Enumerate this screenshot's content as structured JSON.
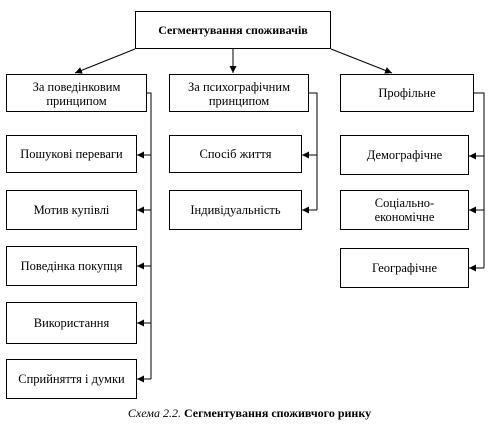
{
  "diagram": {
    "root": "Сегментування споживачів",
    "groups": [
      {
        "label": "За поведінковим принципом",
        "items": [
          "Пошукові переваги",
          "Мотив купівлі",
          "Поведінка покупця",
          "Використання",
          "Сприйняття і думки"
        ]
      },
      {
        "label": "За психографічним принципом",
        "items": [
          "Спосіб життя",
          "Індивідуальність"
        ]
      },
      {
        "label": "Профільне",
        "items": [
          "Демографічне",
          "Соціально-економічне",
          "Географічне"
        ]
      }
    ]
  },
  "caption": {
    "number": "Схема 2.2.",
    "title": "Сегментування споживчого ринку"
  }
}
